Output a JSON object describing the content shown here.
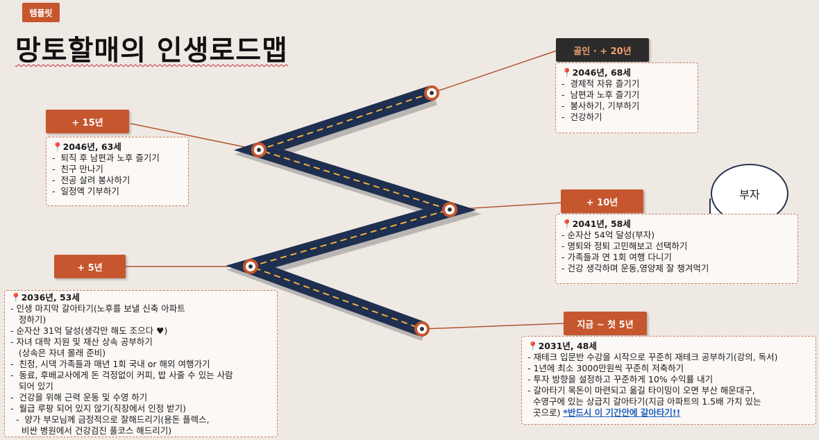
{
  "tag": "템플릿",
  "title": "망토할매의 인생로드맵",
  "bubble": "부자",
  "stages": {
    "s20": {
      "label": "골인 · + 20년",
      "head": "2046년, 68세",
      "items": [
        "-  경제적 자유 즐기기",
        "-  남편과 노후 즐기기",
        "-  봉사하기, 기부하기",
        "-  건강하기"
      ]
    },
    "s15": {
      "label": "+ 15년",
      "head": "2046년, 63세",
      "items": [
        "-  퇴직 후 남편과 노후 즐기기",
        "-  친구 만나기",
        "-  전공 살려 봉사하기",
        "-  일정액 기부하기"
      ]
    },
    "s10": {
      "label": "+ 10년",
      "head": "2041년, 58세",
      "items": [
        "- 순자산 54억 달성(부자)",
        "- 명퇴와 정퇴 고민해보고 선택하기",
        "- 가족들과 연 1회 여행 다니기",
        "- 건강 생각하며 운동,영양제 잘 챙겨먹기"
      ]
    },
    "s5": {
      "label": "+ 5년",
      "head": "2036년, 53세",
      "items": [
        "- 인생 마지막 갈아타기(노후를 보낼 신축 아파트",
        "   정하기)",
        "- 순자산 31억 달성(생각만 해도 조으다 ♥)",
        "- 자녀 대학 지원 및 재산 상속 공부하기",
        "   (상속은 자녀 몰래 준비)",
        "-  친정, 시댁 가족들과 매년 1회 국내 or 해외 여행가기",
        "-  동료, 후배교사에게 돈 걱정없이 커피, 밥 사줄 수 있는 사람",
        "   되어 있기",
        "-  건강을 위해 근력 운동 및 수영 하기",
        "-  월급 루팡 되어 있지 않기(직장에서 인정 받기)",
        "  -  양가 부모님께 금정적으로 잘해드리기(용돈 플렉스,",
        "    비싼 병원에서 건강검진 풀코스 해드리기)"
      ]
    },
    "s0": {
      "label": "지금 ~ 첫 5년",
      "head": "2031년, 48세",
      "items": [
        "- 재테크 입문반 수강을 시작으로 꾸준히 재테크 공부하기(강의, 독서)",
        "- 1년에 최소 3000만원씩 꾸준히 저축하기",
        "- 투자 방향을 설정하고 꾸준하게 10% 수익률 내기",
        "- 갈아타기 목돈이 마련되고 옮길 타이밍이 오면 부산 해운대구,",
        "  수영구에 있는 상급지 갈아타기(지금 아파트의 1.5배 가치 있는",
        "  곳으로) "
      ],
      "link": "*반드시 이 기간안에 갈아타기!!"
    }
  }
}
